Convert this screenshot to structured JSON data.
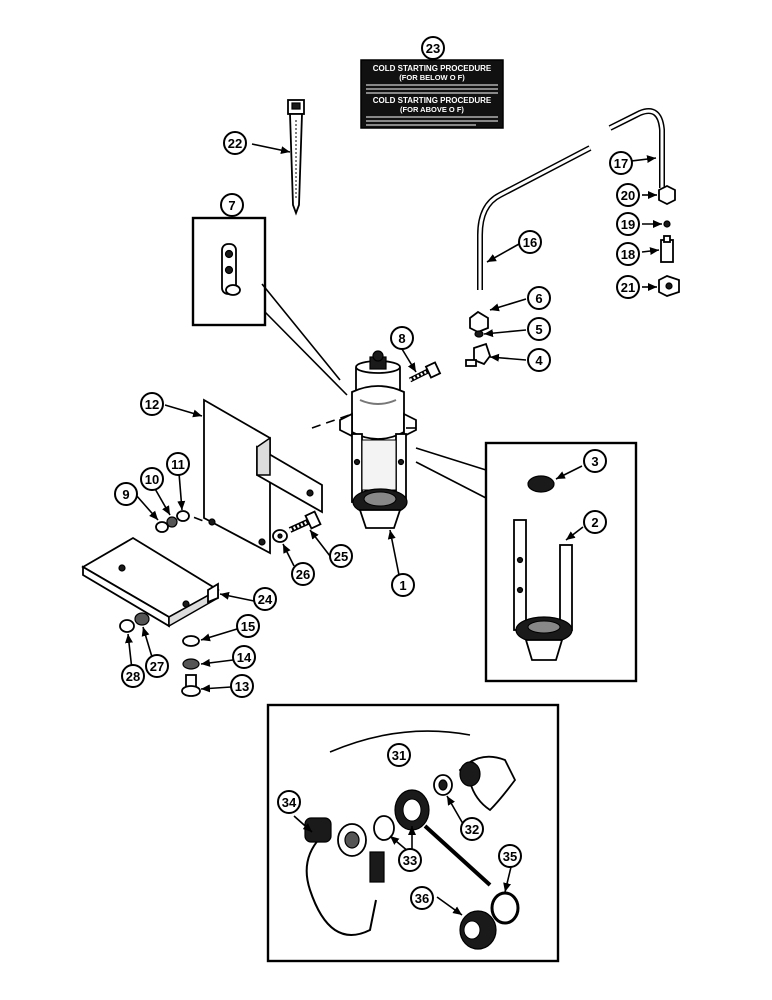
{
  "decal": {
    "heading_1": "COLD STARTING PROCEDURE",
    "sub_1": "(FOR BELOW O F)",
    "heading_2": "COLD STARTING PROCEDURE",
    "sub_2": "(FOR ABOVE O F)"
  },
  "callouts": [
    "1",
    "2",
    "3",
    "4",
    "5",
    "6",
    "7",
    "8",
    "9",
    "10",
    "11",
    "12",
    "13",
    "14",
    "15",
    "16",
    "17",
    "18",
    "19",
    "20",
    "21",
    "22",
    "23",
    "24",
    "25",
    "26",
    "27",
    "28",
    "31",
    "32",
    "33",
    "34",
    "35",
    "36"
  ]
}
